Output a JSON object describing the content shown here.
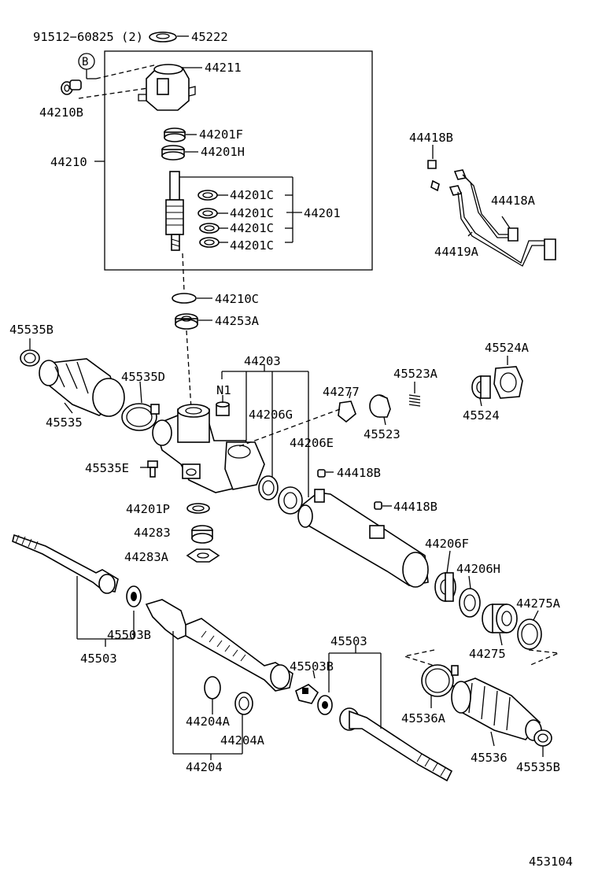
{
  "diagram_id": "453104",
  "parts": {
    "bolt_ref": "91512−60825 (2)",
    "bolt_callout": "B",
    "p45222": "45222",
    "p44211": "44211",
    "p44210B": "44210B",
    "p44201F": "44201F",
    "p44201H": "44201H",
    "p44210": "44210",
    "p44201C_1": "44201C",
    "p44201C_2": "44201C",
    "p44201C_3": "44201C",
    "p44201C_4": "44201C",
    "p44201": "44201",
    "p44210C": "44210C",
    "p44253A": "44253A",
    "p44418B_top": "44418B",
    "p44418A": "44418A",
    "p44419A": "44419A",
    "p45535B_left": "45535B",
    "p45535": "45535",
    "p45535D": "45535D",
    "p44203": "44203",
    "pN1": "N1",
    "p44277": "44277",
    "p45523A": "45523A",
    "p45524A": "45524A",
    "p45524": "45524",
    "p44206G": "44206G",
    "p44206E": "44206E",
    "p45523": "45523",
    "p45535E": "45535E",
    "p44418B_mid": "44418B",
    "p44201P": "44201P",
    "p44418B_low": "44418B",
    "p44283": "44283",
    "p44283A": "44283A",
    "p44206F": "44206F",
    "p44206H": "44206H",
    "p44275A": "44275A",
    "p44275": "44275",
    "p45503B_left": "45503B",
    "p45503_left": "45503",
    "p45503_right": "45503",
    "p45503B_right": "45503B",
    "p45536A": "45536A",
    "p45536": "45536",
    "p45535B_right": "45535B",
    "p44204A_1": "44204A",
    "p44204A_2": "44204A",
    "p44204": "44204"
  }
}
